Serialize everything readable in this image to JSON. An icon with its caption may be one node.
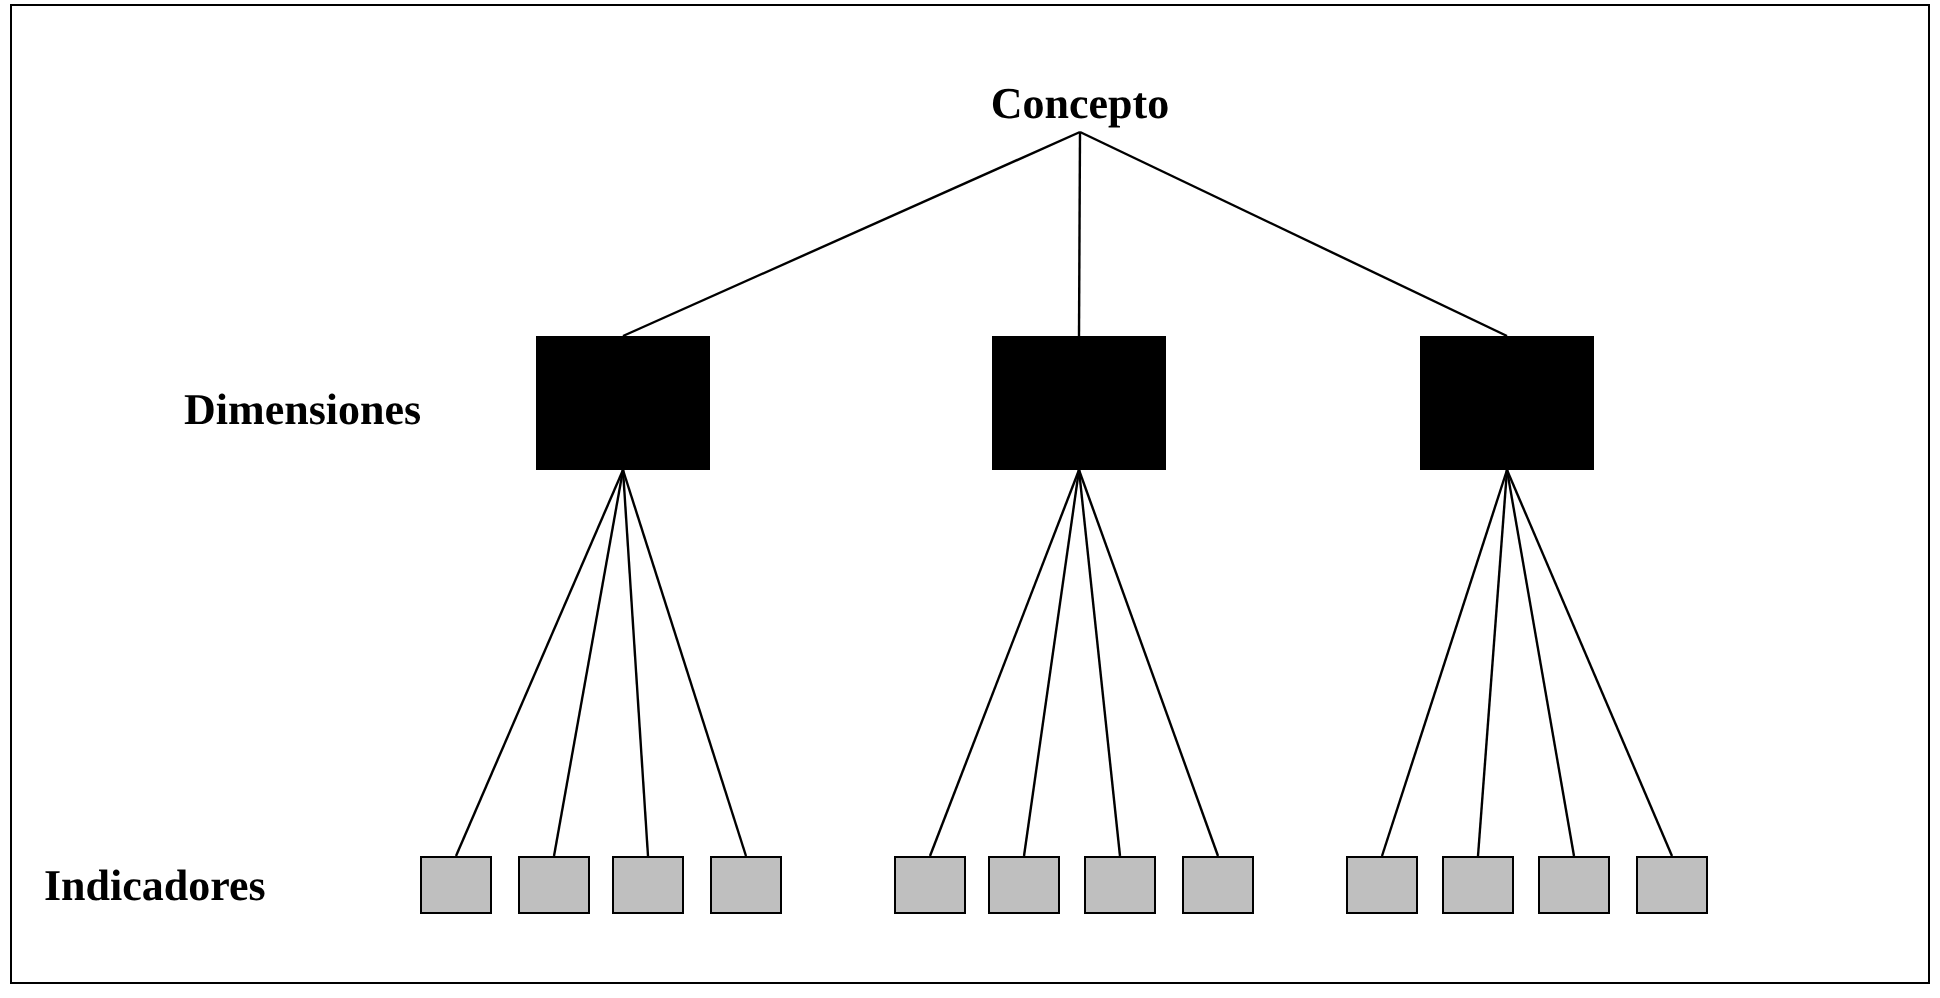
{
  "diagram": {
    "nodes": [
      {
        "text": [
          "Concepto"
        ]
      },
      {
        "text": [],
        "shape": "box"
      },
      {
        "text": [],
        "shape": "box"
      },
      {
        "text": [],
        "shape": "box"
      },
      {
        "text": [],
        "shape": "box"
      },
      {
        "text": [],
        "shape": "box"
      },
      {
        "text": [],
        "shape": "box"
      },
      {
        "text": [],
        "shape": "box"
      },
      {
        "text": [],
        "shape": "box"
      },
      {
        "text": [],
        "shape": "box"
      },
      {
        "text": [],
        "shape": "box"
      },
      {
        "text": [],
        "shape": "box"
      },
      {
        "text": [],
        "shape": "box"
      },
      {
        "text": [],
        "shape": "box"
      },
      {
        "text": [],
        "shape": "box"
      },
      {
        "text": [],
        "shape": "box"
      }
    ],
    "edges": [
      {
        "from": 0,
        "to": 1,
        "arrow": "none"
      },
      {
        "from": 0,
        "to": 2,
        "arrow": "none"
      },
      {
        "from": 0,
        "to": 3,
        "arrow": "none"
      },
      {
        "from": 1,
        "to": 4,
        "arrow": "none"
      },
      {
        "from": 1,
        "to": 5,
        "arrow": "none"
      },
      {
        "from": 1,
        "to": 6,
        "arrow": "none"
      },
      {
        "from": 1,
        "to": 7,
        "arrow": "none"
      },
      {
        "from": 2,
        "to": 8,
        "arrow": "none"
      },
      {
        "from": 2,
        "to": 9,
        "arrow": "none"
      },
      {
        "from": 2,
        "to": 10,
        "arrow": "none"
      },
      {
        "from": 2,
        "to": 11,
        "arrow": "none"
      },
      {
        "from": 3,
        "to": 12,
        "arrow": "none"
      },
      {
        "from": 3,
        "to": 13,
        "arrow": "none"
      },
      {
        "from": 3,
        "to": 14,
        "arrow": "none"
      },
      {
        "from": 3,
        "to": 15,
        "arrow": "none"
      }
    ],
    "labels": [
      "Dimensiones",
      "Indicadores"
    ]
  }
}
